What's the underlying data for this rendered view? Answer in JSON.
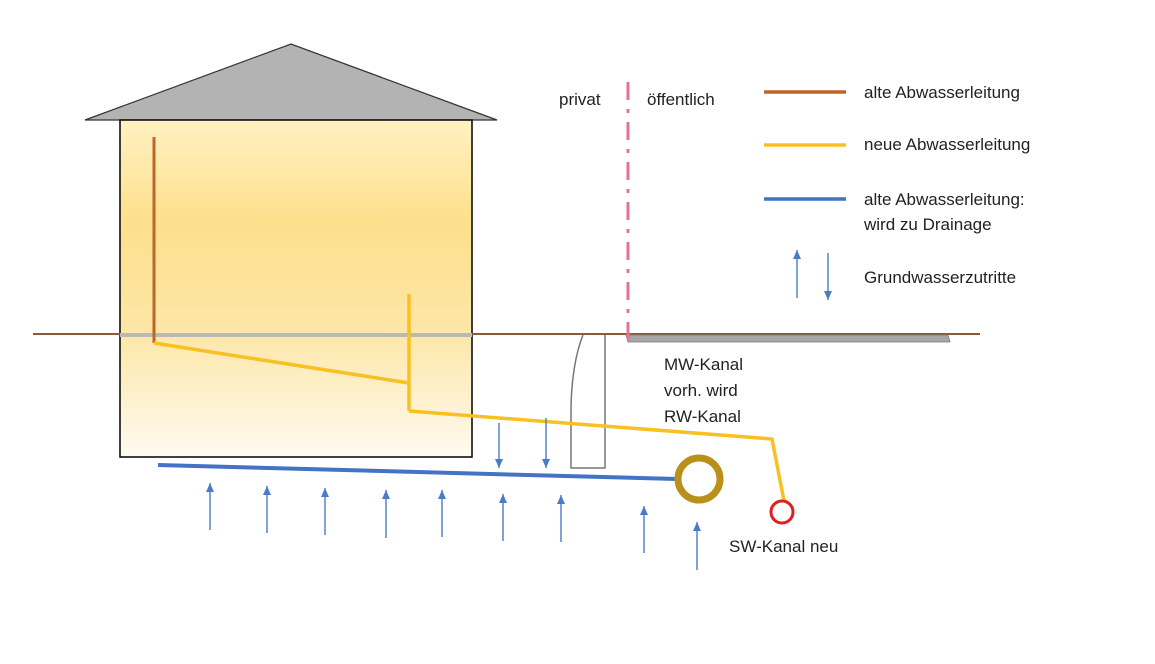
{
  "labels": {
    "privat": "privat",
    "oeffentlich": "öffentlich",
    "mw_kanal": [
      "MW-Kanal",
      "vorh. wird",
      "RW-Kanal"
    ],
    "sw_kanal": "SW-Kanal neu"
  },
  "legend": [
    {
      "label": "alte Abwasserleitung",
      "color": "#c0652a"
    },
    {
      "label": "neue Abwasserleitung",
      "color": "#f8c020"
    },
    {
      "label": "alte Abwasserleitung:",
      "label2": "wird zu Drainage",
      "color": "#4472c4"
    },
    {
      "label": "Grundwasserzutritte",
      "color": "#4a7bc8",
      "icon": "arrows-up-down-icon"
    }
  ],
  "colors": {
    "old_pipe": "#c0652a",
    "new_pipe": "#f8c020",
    "drainage": "#4472c4",
    "groundwater": "#4a7bc8",
    "boundary": "#e8709a",
    "ground": "#8b5a3c",
    "mw_ring": "#b8901a",
    "sw_ring": "#e02020"
  }
}
